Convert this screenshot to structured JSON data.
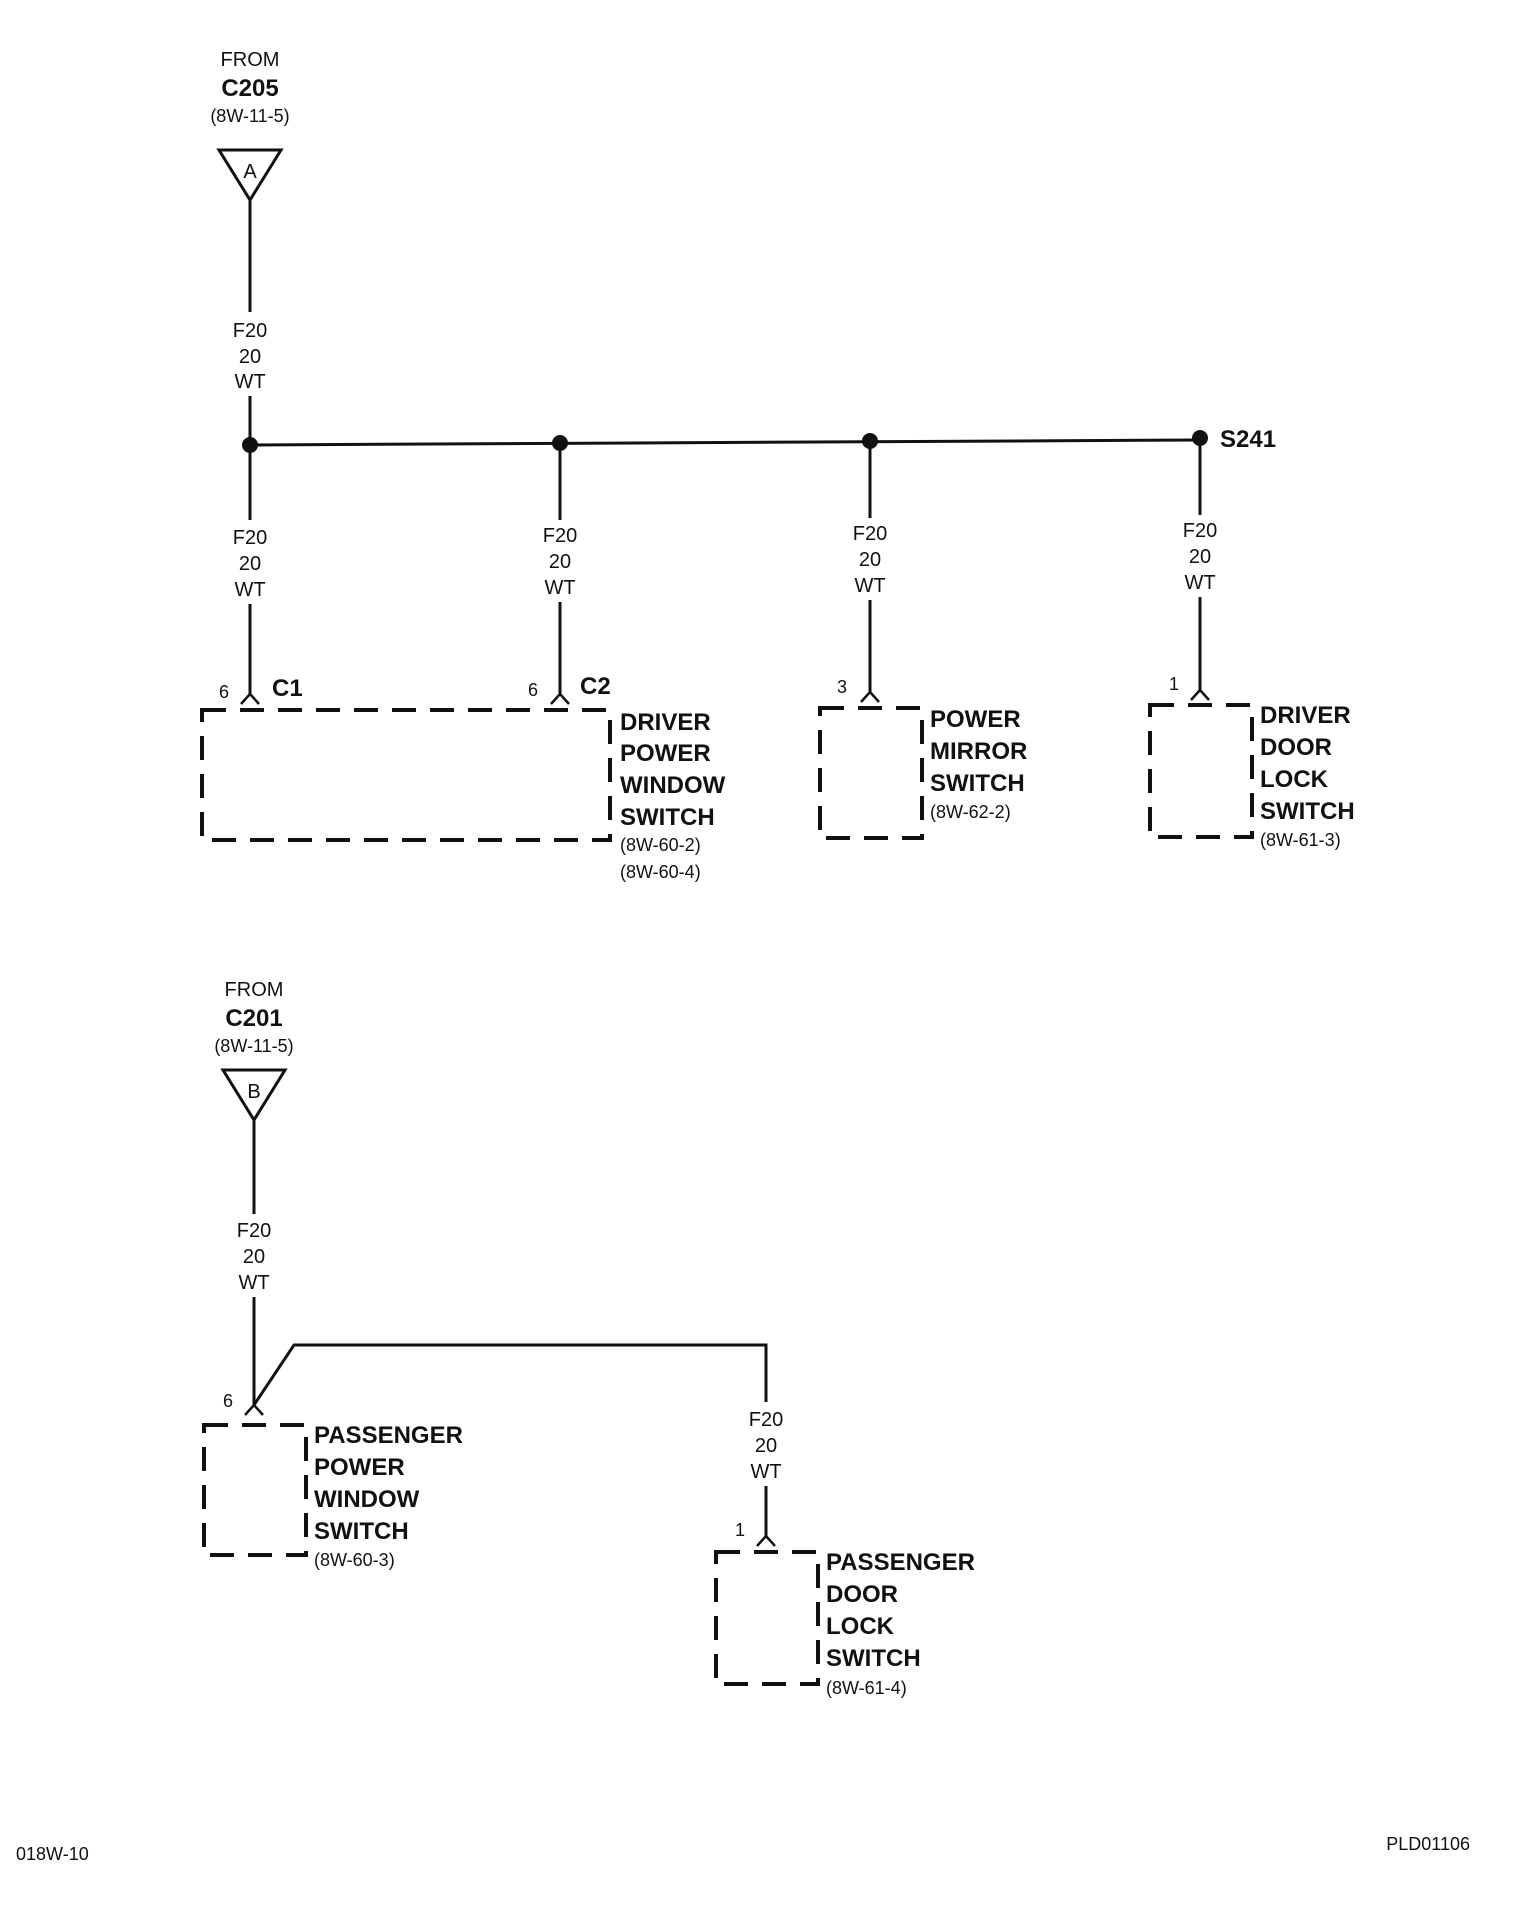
{
  "source_a": {
    "from": "FROM",
    "connector": "C205",
    "ref": "(8W-11-5)",
    "letter": "A"
  },
  "source_b": {
    "from": "FROM",
    "connector": "C201",
    "ref": "(8W-11-5)",
    "letter": "B"
  },
  "wire_label": {
    "circuit": "F20",
    "gauge": "20",
    "color": "WT"
  },
  "splice": {
    "name": "S241"
  },
  "components": {
    "driver_power_window_switch": {
      "lines": [
        "DRIVER",
        "POWER",
        "WINDOW",
        "SWITCH"
      ],
      "refs": [
        "(8W-60-2)",
        "(8W-60-4)"
      ],
      "connectors": [
        {
          "name": "C1",
          "pin": "6"
        },
        {
          "name": "C2",
          "pin": "6"
        }
      ]
    },
    "power_mirror_switch": {
      "lines": [
        "POWER",
        "MIRROR",
        "SWITCH"
      ],
      "refs": [
        "(8W-62-2)"
      ],
      "pin": "3"
    },
    "driver_door_lock_switch": {
      "lines": [
        "DRIVER",
        "DOOR",
        "LOCK",
        "SWITCH"
      ],
      "refs": [
        "(8W-61-3)"
      ],
      "pin": "1"
    },
    "passenger_power_window_switch": {
      "lines": [
        "PASSENGER",
        "POWER",
        "WINDOW",
        "SWITCH"
      ],
      "refs": [
        "(8W-60-3)"
      ],
      "pin": "6"
    },
    "passenger_door_lock_switch": {
      "lines": [
        "PASSENGER",
        "DOOR",
        "LOCK",
        "SWITCH"
      ],
      "refs": [
        "(8W-61-4)"
      ],
      "pin": "1"
    }
  },
  "footer": {
    "left": "018W-10",
    "right": "PLD01106"
  }
}
